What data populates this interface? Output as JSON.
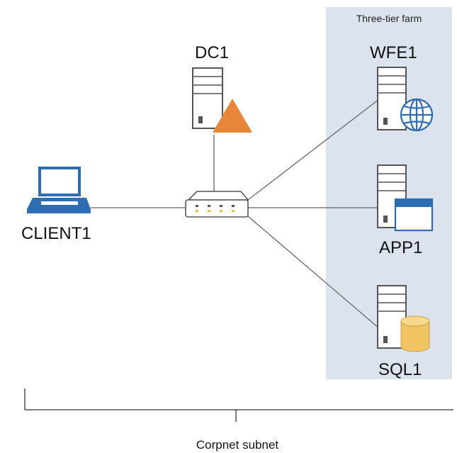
{
  "farm": {
    "label": "Three-tier farm",
    "background_color": "#dbe3ef"
  },
  "nodes": {
    "dc1": {
      "label": "DC1",
      "badge_icon": "warning-triangle-icon",
      "badge_color": "#e8873a"
    },
    "wfe1": {
      "label": "WFE1",
      "badge_icon": "globe-icon",
      "badge_color": "#2e6db4"
    },
    "app1": {
      "label": "APP1",
      "badge_icon": "app-window-icon",
      "badge_color": "#2e6db4"
    },
    "sql1": {
      "label": "SQL1",
      "badge_icon": "database-icon",
      "badge_color": "#f0c463"
    },
    "client1": {
      "label": "CLIENT1",
      "icon": "laptop-icon",
      "icon_color": "#2e6db4"
    }
  },
  "switch": {
    "icon": "network-switch-icon",
    "accent_color": "#e8c23a"
  },
  "subnet": {
    "label": "Corpnet subnet"
  },
  "colors": {
    "line": "#666666",
    "outline": "#555555"
  }
}
